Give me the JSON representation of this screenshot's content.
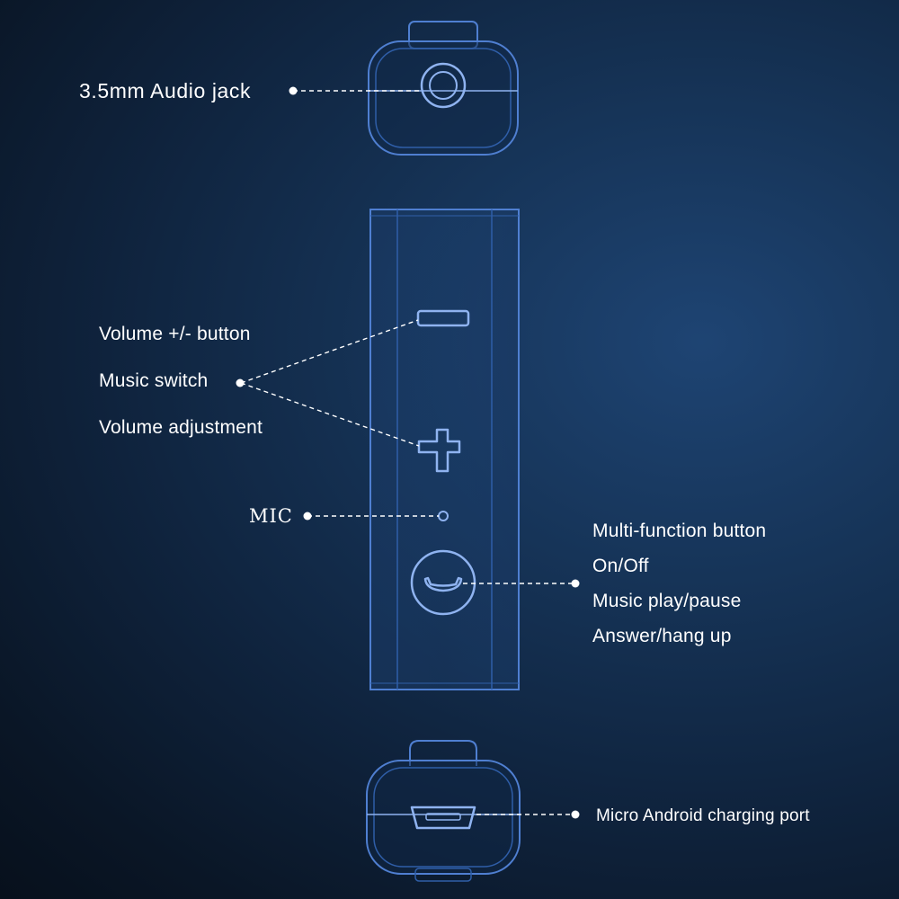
{
  "diagram": {
    "labels": {
      "audio_jack": "3.5mm Audio jack",
      "volume_button": "Volume +/- button",
      "music_switch": "Music switch",
      "volume_adjustment": "Volume adjustment",
      "mic": "MIC",
      "multi_function": "Multi-function button",
      "on_off": "On/Off",
      "music_play_pause": "Music play/pause",
      "answer_hang_up": "Answer/hang up",
      "charging_port": "Micro Android charging port"
    },
    "icons": {
      "minus": "minus-icon",
      "plus": "plus-icon",
      "phone": "phone-handset-icon",
      "usb": "micro-usb-port-icon",
      "jack": "audio-jack-icon"
    },
    "colors": {
      "outline": "#4f7fd1",
      "outline_light": "#8fb3f0",
      "leader": "#ffffff",
      "text": "#ffffff"
    }
  }
}
